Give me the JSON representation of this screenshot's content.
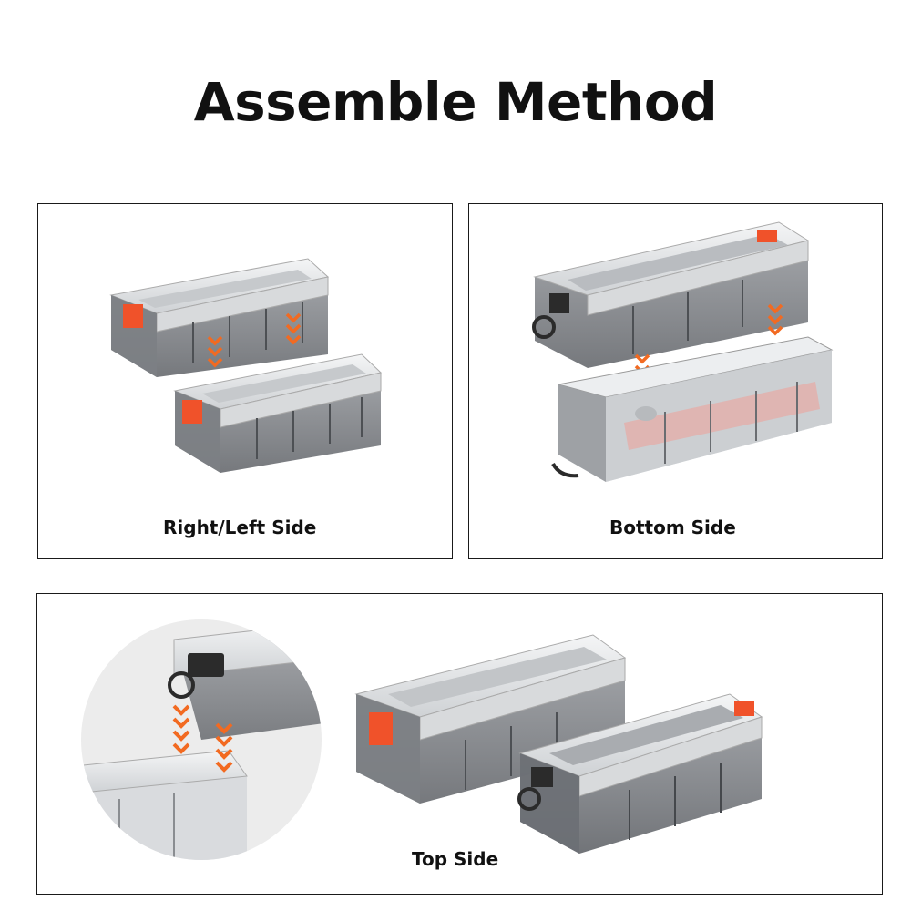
{
  "page": {
    "title": "Assemble Method"
  },
  "panels": [
    {
      "id": "right-left",
      "caption": "Right/Left Side"
    },
    {
      "id": "bottom",
      "caption": "Bottom Side"
    },
    {
      "id": "top",
      "caption": "Top Side"
    }
  ],
  "colors": {
    "latch_orange": "#f0522a",
    "arrow_orange": "#f26a21",
    "latch_dark": "#2b2b2b",
    "box_body": "#6f7277",
    "lid": "#e8eaec",
    "frame": "#1a1a1a"
  },
  "icons": [
    "down-arrow-chevron-icon",
    "latch-icon",
    "storage-box-icon"
  ]
}
